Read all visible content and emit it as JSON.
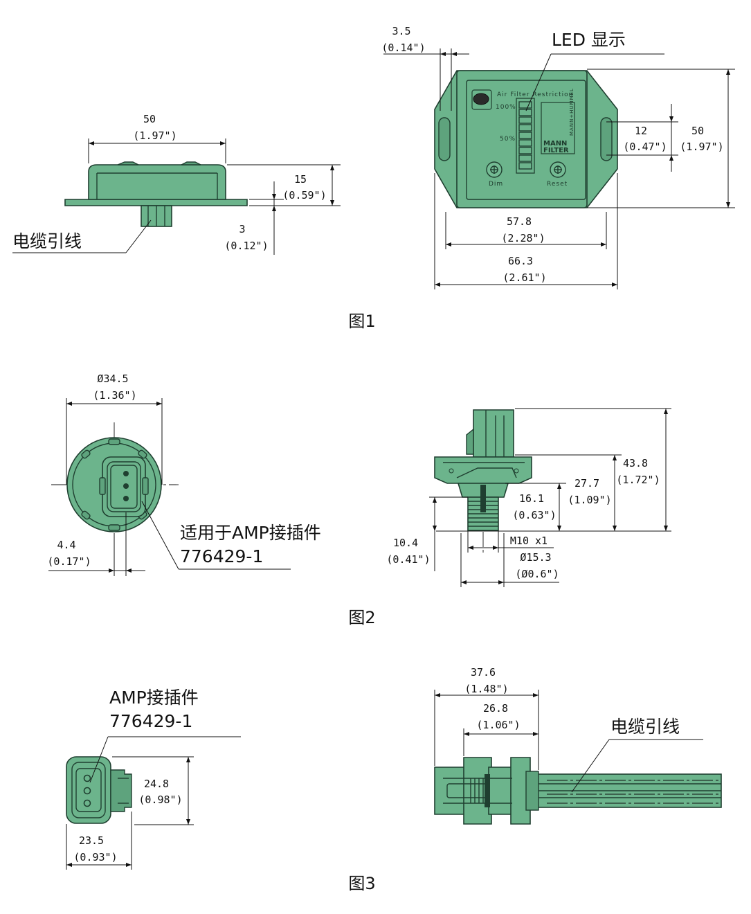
{
  "figure1": {
    "caption": "图1",
    "side_view": {
      "width_mm": "50",
      "width_in": "(1.97\")",
      "height_mm": "15",
      "height_in": "(0.59\")",
      "flange_mm": "3",
      "flange_in": "(0.12\")",
      "cable_label": "电缆引线"
    },
    "top_view": {
      "edge_mm": "3.5",
      "edge_in": "(0.14\")",
      "led_label": "LED 显示",
      "slot_mm": "12",
      "slot_in": "(0.47\")",
      "height_mm": "50",
      "height_in": "(1.97\")",
      "inner_width_mm": "57.8",
      "inner_width_in": "(2.28\")",
      "outer_width_mm": "66.3",
      "outer_width_in": "(2.61\")",
      "panel_title": "Air Filter Restriction",
      "pct_100": "100%",
      "pct_50": "50%",
      "dim_button": "Dim",
      "reset_button": "Reset",
      "brand_top": "MANN+HUMMEL",
      "brand_mann": "MANN",
      "brand_filter": "FILTER"
    }
  },
  "figure2": {
    "caption": "图2",
    "front_view": {
      "diameter_mm": "Ø34.5",
      "diameter_in": "(1.36\")",
      "offset_mm": "4.4",
      "offset_in": "(0.17\")",
      "connector_label_1": "适用于AMP接插件",
      "connector_label_2": "776429-1"
    },
    "side_view": {
      "total_mm": "43.8",
      "total_in": "(1.72\")",
      "mid_mm": "27.7",
      "mid_in": "(1.09\")",
      "upper_mm": "16.1",
      "upper_in": "(0.63\")",
      "thread_len_mm": "10.4",
      "thread_len_in": "(0.41\")",
      "thread": "M10 x1",
      "base_dia_mm": "Ø15.3",
      "base_dia_in": "(Ø0.6\")"
    }
  },
  "figure3": {
    "caption": "图3",
    "connector_front": {
      "label_1": "AMP接插件",
      "label_2": "776429-1",
      "height_mm": "24.8",
      "height_in": "(0.98\")",
      "width_mm": "23.5",
      "width_in": "(0.93\")"
    },
    "connector_side": {
      "total_mm": "37.6",
      "total_in": "(1.48\")",
      "body_mm": "26.8",
      "body_in": "(1.06\")",
      "cable_label": "电缆引线"
    }
  }
}
